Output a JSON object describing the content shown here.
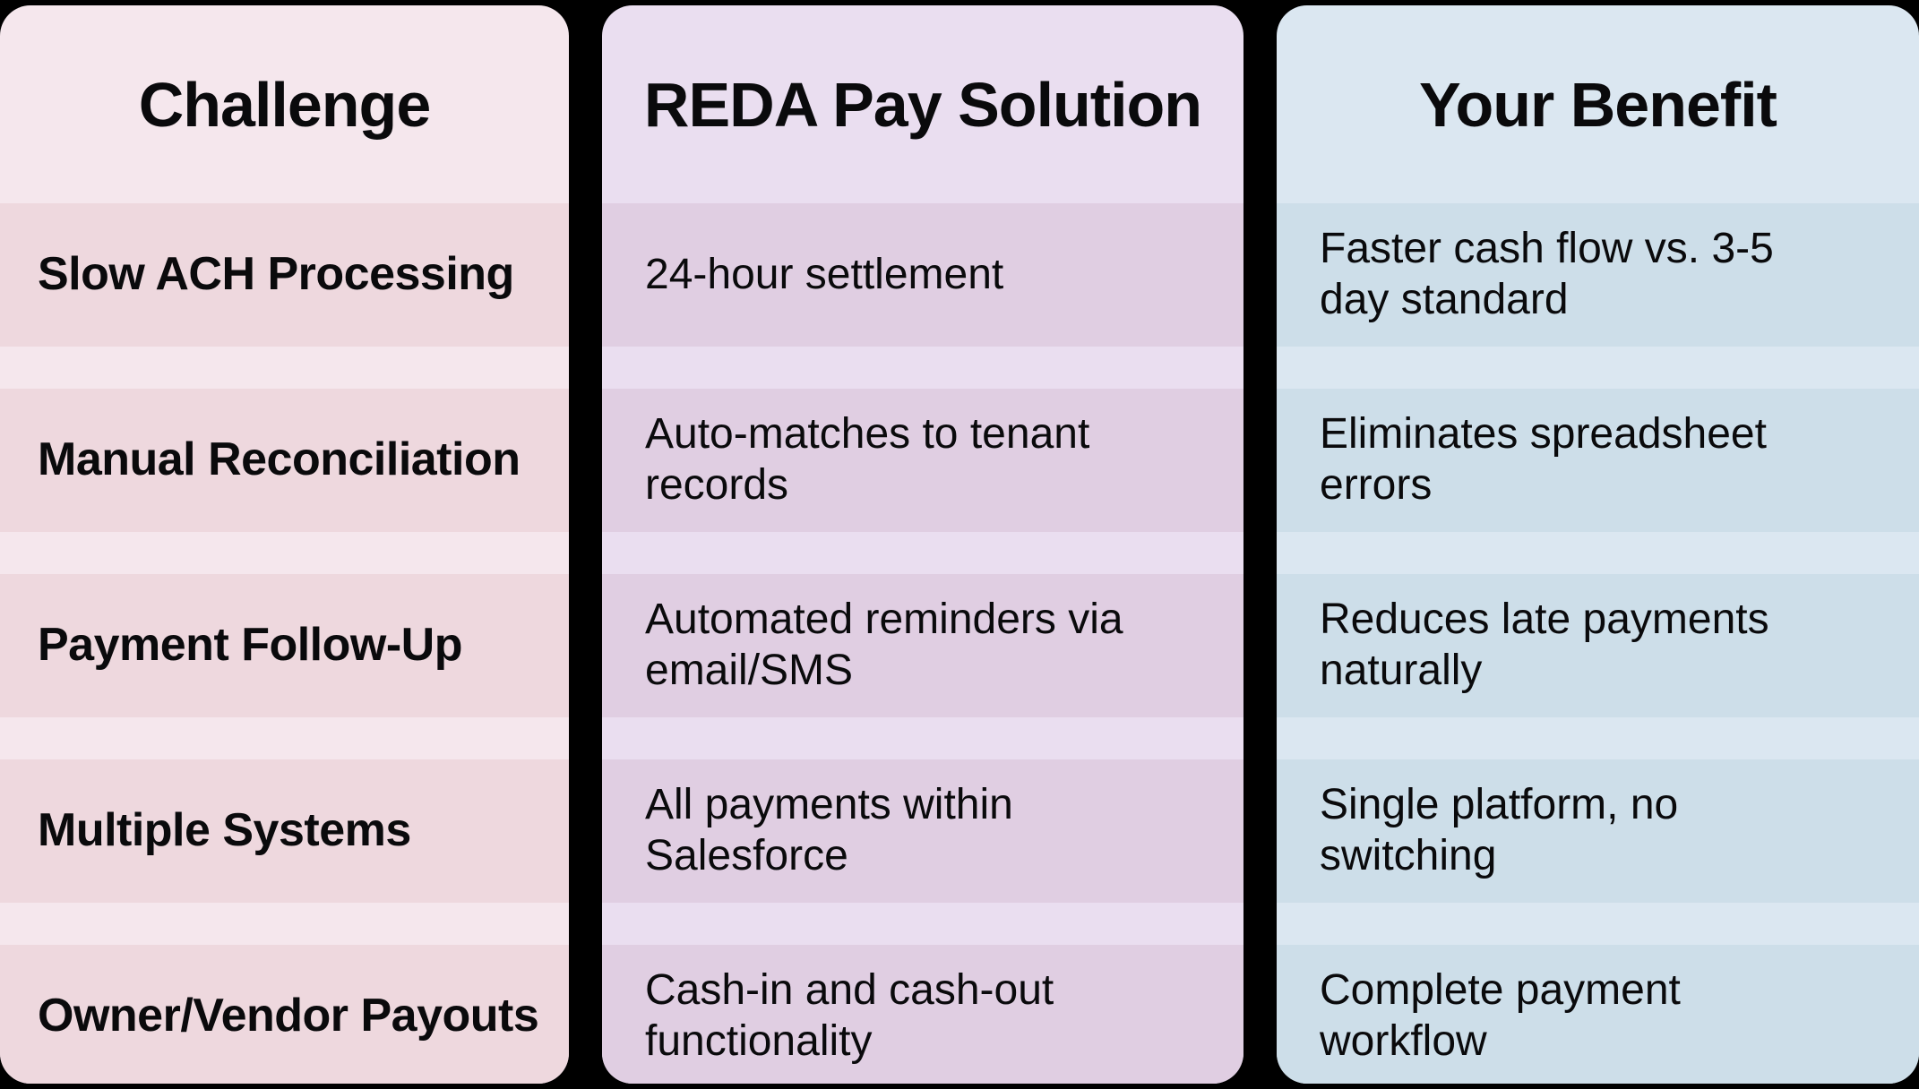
{
  "colors": {
    "page_background": "#000000",
    "text": "#0a0a0c",
    "challenge_bg": "#f5e7ed",
    "challenge_band": "#eed8de",
    "solution_bg": "#eadef0",
    "solution_band": "#e0cee2",
    "benefit_bg": "#dbe7f1",
    "benefit_band": "#cddee9"
  },
  "table": {
    "columns": [
      {
        "header": "Challenge",
        "card_style": "background-color:#f5e7ed; --band:#eed8de;",
        "rows": [
          "Slow ACH Processing",
          "Manual Reconciliation",
          "Payment Follow-Up",
          "Multiple Systems",
          "Owner/Vendor Payouts"
        ]
      },
      {
        "header": "REDA Pay Solution",
        "card_style": "background-color:#eadef0; --band:#e0cee2;",
        "rows": [
          "24-hour settlement",
          "Auto-matches to tenant\nrecords",
          "Automated reminders via\nemail/SMS",
          "All payments within\nSalesforce",
          "Cash-in and cash-out\nfunctionality"
        ]
      },
      {
        "header": "Your Benefit",
        "card_style": "background-color:#dbe7f1; --band:#cddee9;",
        "rows": [
          "Faster cash flow vs. 3-5\nday standard",
          "Eliminates spreadsheet\nerrors",
          "Reduces late payments\nnaturally",
          "Single platform, no\nswitching",
          "Complete payment\nworkflow"
        ]
      }
    ]
  },
  "chart_data": {
    "type": "table",
    "title": "",
    "columns": [
      "Challenge",
      "REDA Pay Solution",
      "Your Benefit"
    ],
    "rows": [
      [
        "Slow ACH Processing",
        "24-hour settlement",
        "Faster cash flow vs. 3-5 day standard"
      ],
      [
        "Manual Reconciliation",
        "Auto-matches to tenant records",
        "Eliminates spreadsheet errors"
      ],
      [
        "Payment Follow-Up",
        "Automated reminders via email/SMS",
        "Reduces late payments naturally"
      ],
      [
        "Multiple Systems",
        "All payments within Salesforce",
        "Single platform, no switching"
      ],
      [
        "Owner/Vendor Payouts",
        "Cash-in and cash-out functionality",
        "Complete payment workflow"
      ]
    ],
    "layout": {
      "legend": false,
      "grid": false,
      "note": "three rounded-corner column cards on black background; striped row bands"
    }
  }
}
